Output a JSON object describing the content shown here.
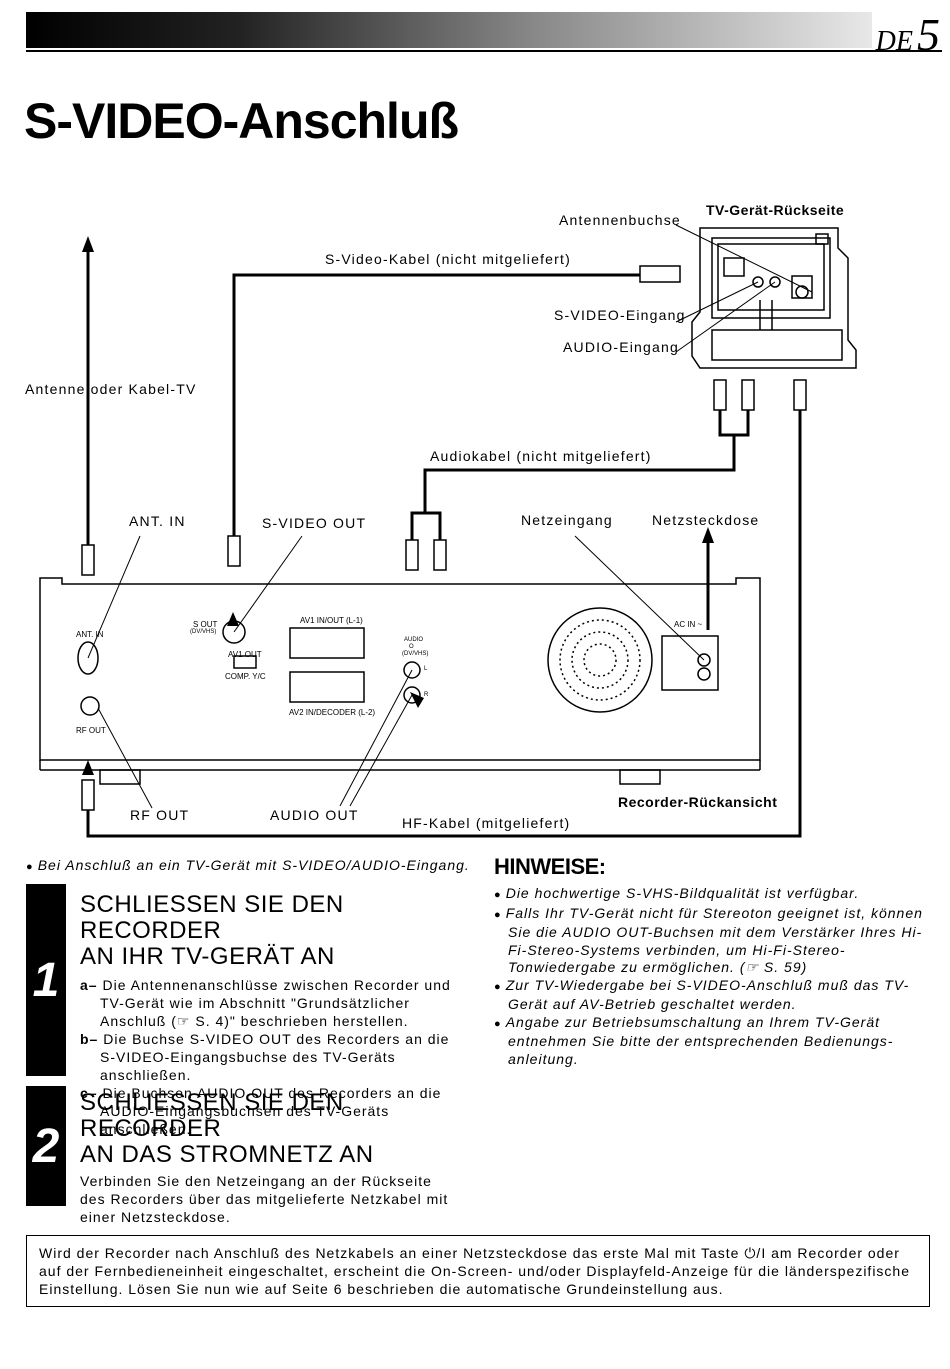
{
  "header": {
    "lang": "DE",
    "page": "5"
  },
  "title": "S-VIDEO-Anschluß",
  "diagram": {
    "tv_caption": "TV-Gerät-Rückseite",
    "recorder_caption": "Recorder-Rückansicht",
    "labels": {
      "antennenbuchse": "Antennenbuchse",
      "svideo_kabel": "S-Video-Kabel (nicht mitgeliefert)",
      "svideo_eingang": "S-VIDEO-Eingang",
      "audio_eingang": "AUDIO-Eingang",
      "antenne": "Antenne oder Kabel-TV",
      "audiokabel": "Audiokabel (nicht mitgeliefert)",
      "ant_in": "ANT. IN",
      "svideo_out": "S-VIDEO OUT",
      "netzeingang": "Netzeingang",
      "netzsteckdose": "Netzsteckdose",
      "rf_out": "RF OUT",
      "audio_out": "AUDIO OUT",
      "hf_kabel": "HF-Kabel (mitgeliefert)"
    },
    "panel": {
      "ant_in": "ANT. IN",
      "rf_out": "RF OUT",
      "s_out": "S OUT",
      "s_out_sub": "(DV/VHS)",
      "av1_out": "AV1 OUT",
      "comp": "COMP. Y/C",
      "av1_inout": "AV1 IN/OUT (L-1)",
      "av2": "AV2 IN/DECODER (L-2)",
      "audio": "AUDIO",
      "o": "O",
      "audio_sub": "(DV/VHS)",
      "l": "L",
      "r": "R",
      "ac_in": "AC IN ~"
    }
  },
  "intro_note": "Bei Anschluß an ein TV-Gerät mit S-VIDEO/AUDIO-Eingang.",
  "steps": [
    {
      "num": "1",
      "title_line1": "SCHLIESSEN SIE DEN RECORDER",
      "title_line2": "AN IHR TV-GERÄT AN",
      "items": [
        {
          "mark": "a–",
          "text": "Die Antennenanschlüsse zwischen Recorder und TV-Gerät wie im Abschnitt \"Grundsätzlicher Anschluß (☞ S. 4)\" beschrieben herstellen."
        },
        {
          "mark": "b–",
          "text": "Die Buchse S-VIDEO OUT des Recorders an die S-VIDEO-Eingangsbuchse des TV-Geräts anschließen."
        },
        {
          "mark": "c–",
          "text": "Die Buchsen AUDIO OUT des Recorders an die AUDIO-Eingangsbuchsen des TV-Geräts anschließen."
        }
      ]
    },
    {
      "num": "2",
      "title_line1": "SCHLIESSEN SIE DEN RECORDER",
      "title_line2": "AN DAS STROMNETZ AN",
      "body": "Verbinden Sie den Netzeingang an der Rückseite des Recorders über das mitgelieferte Netzkabel mit einer Netzsteckdose."
    }
  ],
  "hinweise": {
    "title": "HINWEISE:",
    "items": [
      "Die hochwertige S-VHS-Bildqualität ist verfügbar.",
      "Falls Ihr TV-Gerät nicht für Stereoton geeignet ist, können Sie die AUDIO OUT-Buchsen mit dem Verstärker Ihres Hi-Fi-Stereo-Systems verbinden, um Hi-Fi-Stereo-Tonwiedergabe zu ermöglichen. (☞ S. 59)",
      "Zur TV-Wiedergabe bei S-VIDEO-Anschluß muß das TV-Gerät auf AV-Betrieb geschaltet werden.",
      "Angabe zur Betriebsumschaltung an Ihrem TV-Gerät entnehmen Sie bitte der entsprechenden Bedienungs-anleitung."
    ]
  },
  "footer": "Wird der Recorder nach Anschluß des Netzkabels an einer Netzsteckdose das erste Mal mit Taste ⏻/I am Recorder oder auf der Fernbedieneinheit eingeschaltet, erscheint die On-Screen- und/oder Displayfeld-Anzeige für die länderspezifische Einstellung. Lösen Sie nun wie auf Seite 6 beschrieben die automatische Grundeinstellung aus."
}
